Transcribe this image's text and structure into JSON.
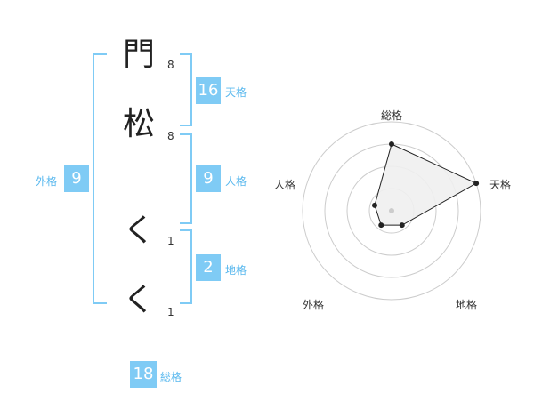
{
  "name_chars": [
    {
      "char": "門",
      "strokes": "8"
    },
    {
      "char": "松",
      "strokes": "8"
    },
    {
      "char": "く",
      "strokes": "1"
    },
    {
      "char": "く",
      "strokes": "1"
    }
  ],
  "scores": {
    "tenkaku": {
      "value": "16",
      "label": "天格"
    },
    "jinkaku": {
      "value": "9",
      "label": "人格"
    },
    "chikaku": {
      "value": "2",
      "label": "地格"
    },
    "gaikaku": {
      "value": "9",
      "label": "外格"
    },
    "soukaku": {
      "value": "18",
      "label": "総格"
    }
  },
  "radar": {
    "axes": [
      "総格",
      "天格",
      "地格",
      "外格",
      "人格"
    ],
    "values": [
      0.75,
      1.0,
      0.2,
      0.2,
      0.2
    ],
    "colors": {
      "ring": "#cccccc",
      "fill": "#f0f0f0",
      "line": "#222222",
      "point": "#222222",
      "center": "#cccccc"
    }
  }
}
